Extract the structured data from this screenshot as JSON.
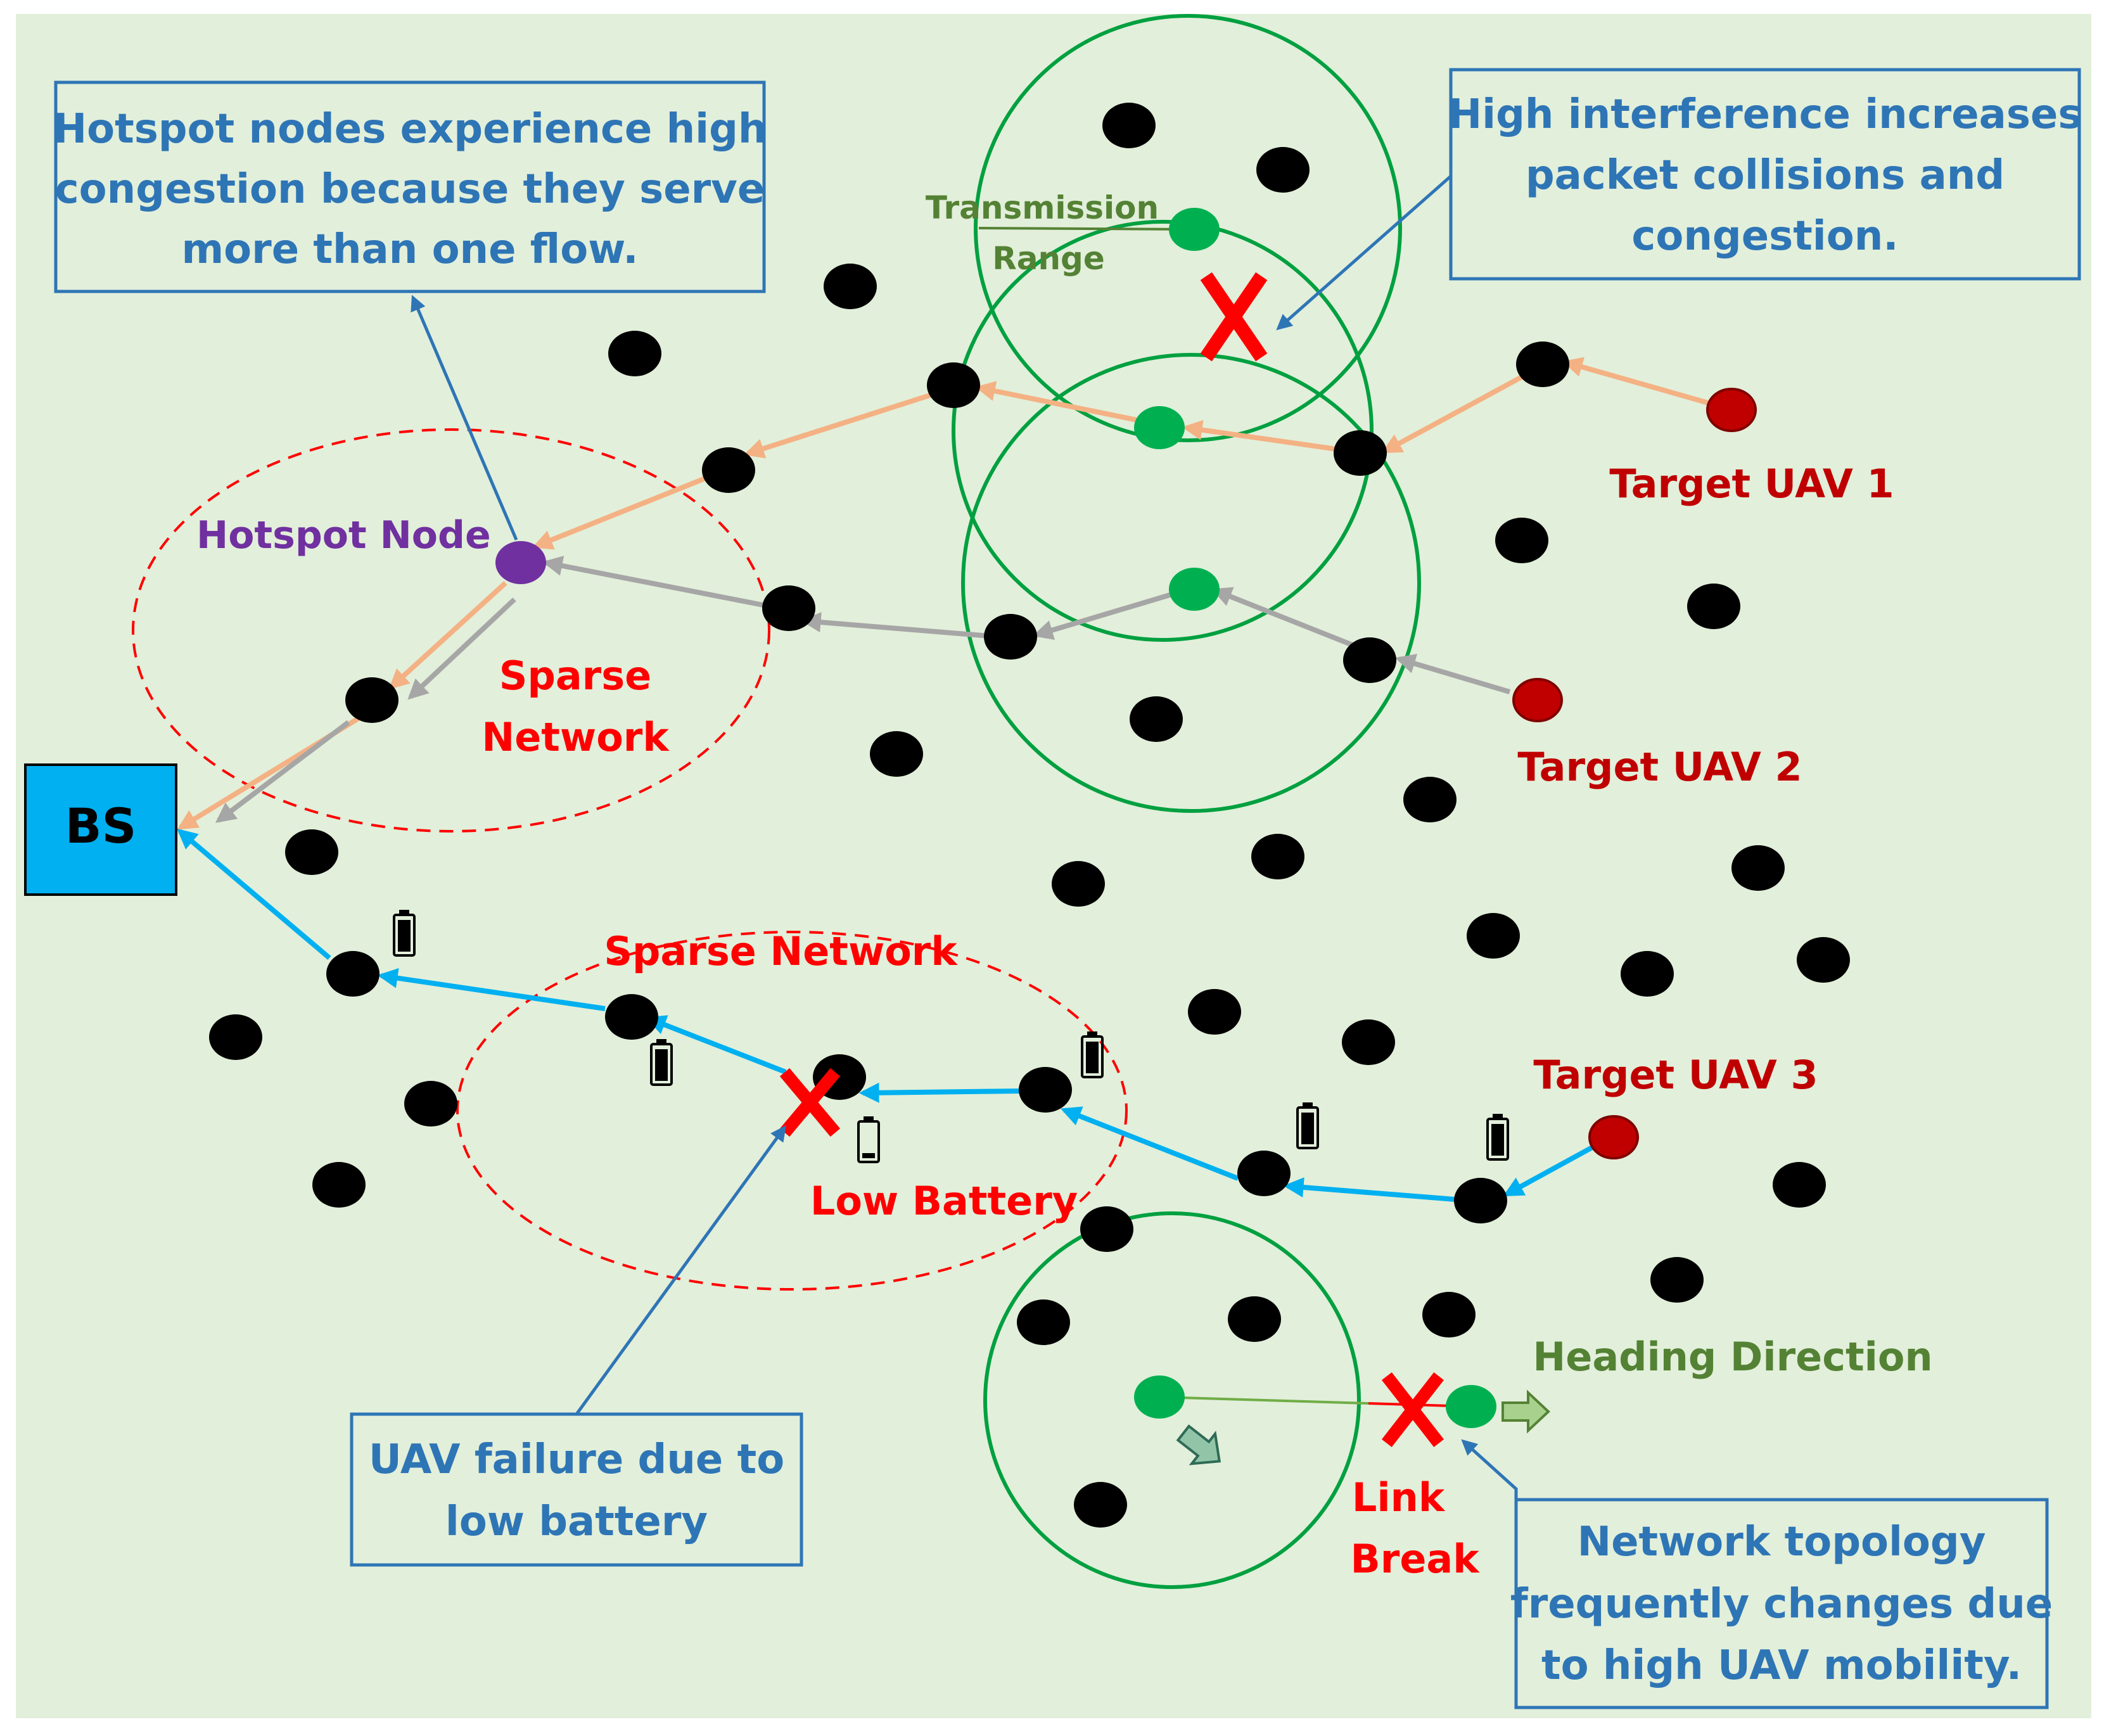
{
  "colors": {
    "background": "#e2efda",
    "node": "#000000",
    "target": "#c00000",
    "hotspot": "#7030a0",
    "green_node": "#00b050",
    "range_circle": "#00a040",
    "flow1": "#f4b183",
    "flow2": "#a6a6a6",
    "flow3": "#00b0f0",
    "callout_border": "#2e75b6",
    "callout_text": "#2e75b6",
    "red_label": "#ff0000",
    "dark_red_label": "#c00000",
    "green_label": "#548235",
    "bs_fill": "#00b0f0"
  },
  "labels": {
    "bs": "BS",
    "hotspot_node": "Hotspot Node",
    "sparse_network_1_line1": "Sparse",
    "sparse_network_1_line2": "Network",
    "sparse_network_2": "Sparse Network",
    "target_uav_1": "Target UAV 1",
    "target_uav_2": "Target UAV 2",
    "target_uav_3": "Target UAV 3",
    "transmission_range_line1": "Transmission",
    "transmission_range_line2": "Range",
    "low_battery": "Low Battery",
    "link_break_line1": "Link",
    "link_break_line2": "Break",
    "heading_direction": "Heading Direction"
  },
  "callouts": {
    "hotspot": [
      "Hotspot nodes experience high",
      "congestion because they serve",
      "more than one flow."
    ],
    "interference": [
      "High interference increases",
      "packet collisions and",
      "congestion."
    ],
    "failure": [
      "UAV failure due to",
      "low battery"
    ],
    "topology": [
      "Network topology",
      "frequently changes due",
      "to high UAV mobility."
    ]
  },
  "icons": {
    "failure_mark": "red-x-icon",
    "battery": "battery-icon",
    "arrow": "block-arrow-icon"
  }
}
